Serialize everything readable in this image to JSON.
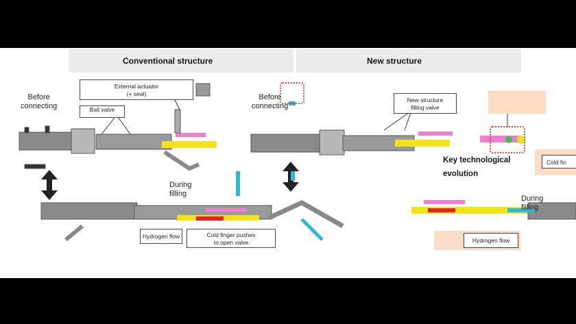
{
  "headers": {
    "conventional": "Conventional structure",
    "new": "New structure"
  },
  "conventional": {
    "before_connecting": "Before\nconnecting",
    "external_actuator": "External actuator\n(+ seal)",
    "ball_valve": "Ball valve",
    "during_filling": "During\nfilling",
    "hydrogen_flow": "Hydrogen flow",
    "cold_finger_pushes": "Cold finger pushes\nto open valve"
  },
  "new_structure": {
    "before_connecting": "Before\nconnecting",
    "filling_valve": "New structure\nfilling valve",
    "key_evolution": "Key technological\nevolution",
    "cold_finger": "Cold fin",
    "during_filling": "During\nfilling",
    "hydrogen_flow": "Hydrogen flow"
  },
  "colors": {
    "hydrogen_yellow": "#f3e21c",
    "hydrogen_pink": "#ec7fd0",
    "hydrogen_red": "#e0242a",
    "flow_cyan": "#32b6d8",
    "accent_peach": "#fcdcc4",
    "accent_red": "#d43a2a"
  }
}
